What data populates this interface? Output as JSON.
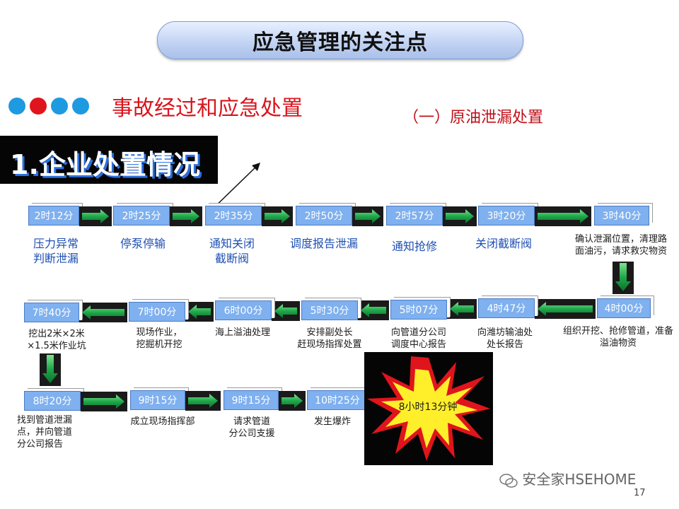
{
  "title": "应急管理的关注点",
  "section_heading": "事故经过和应急处置",
  "sub_heading": "（一）原油泄漏处置",
  "enterprise_banner": "1.企业处置情况",
  "colors": {
    "dot_blue": "#1e9ae0",
    "dot_red": "#e0141c",
    "arrow_green": "#1fa84a",
    "time_box": "#7fb0ef",
    "explosion_yellow": "#ffef2a",
    "explosion_red": "#e0141c"
  },
  "steps": {
    "s1": {
      "time": "2时12分",
      "label": "压力异常\n判断泄漏"
    },
    "s2": {
      "time": "2时25分",
      "label": "停泵停输"
    },
    "s3": {
      "time": "2时35分",
      "label": "通知关闭\n截断阀"
    },
    "s4": {
      "time": "2时50分",
      "label": "调度报告泄漏"
    },
    "s5": {
      "time": "2时57分",
      "label": "通知抢修"
    },
    "s6": {
      "time": "3时20分",
      "label": "关闭截断阀"
    },
    "s7": {
      "time": "3时40分",
      "label": "确认泄漏位置，清理路面油污，请求救灾物资"
    },
    "s8": {
      "time": "4时00分",
      "label": "组织开挖、抢修管道，准备溢油物资"
    },
    "s9": {
      "time": "4时47分",
      "label": "向潍坊输油处\n处长报告"
    },
    "s10": {
      "time": "5时07分",
      "label": "向管道分公司\n调度中心报告"
    },
    "s11": {
      "time": "5时30分",
      "label": "安排副处长\n赶现场指挥处置"
    },
    "s12": {
      "time": "6时00分",
      "label": "海上溢油处理"
    },
    "s13": {
      "time": "7时00分",
      "label": "现场作业，\n挖掘机开挖"
    },
    "s14": {
      "time": "7时40分",
      "label": "挖出2米×2米\n×1.5米作业坑"
    },
    "s15": {
      "time": "8时20分",
      "label": "找到管道泄漏\n点，并向管道\n分公司报告"
    },
    "s16": {
      "time": "9时15分",
      "label": "成立现场指挥部"
    },
    "s17": {
      "time": "9时15分",
      "label": "请求管道\n分公司支援"
    },
    "s18": {
      "time": "10时25分",
      "label": "发生爆炸"
    }
  },
  "explosion_label": "8小时13分钟",
  "watermark": "安全家HSEHOME",
  "page_number": "17"
}
